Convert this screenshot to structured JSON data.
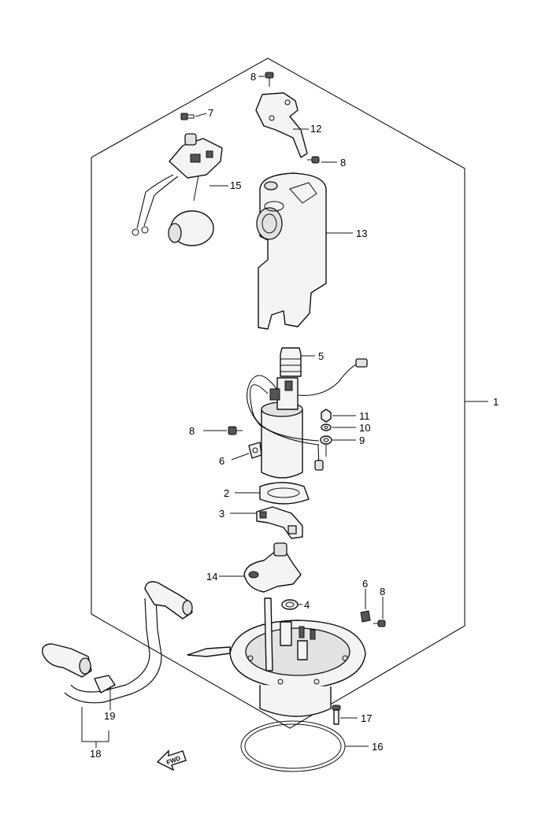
{
  "callouts": {
    "c1": "1",
    "c2": "2",
    "c3": "3",
    "c4": "4",
    "c5": "5",
    "c6a": "6",
    "c6b": "6",
    "c7": "7",
    "c8a": "8",
    "c8b": "8",
    "c8c": "8",
    "c8d": "8",
    "c9": "9",
    "c10": "10",
    "c11": "11",
    "c12": "12",
    "c13": "13",
    "c14": "14",
    "c15": "15",
    "c16": "16",
    "c17": "17",
    "c18": "18",
    "c19": "19"
  },
  "fwd_label": "FWD"
}
